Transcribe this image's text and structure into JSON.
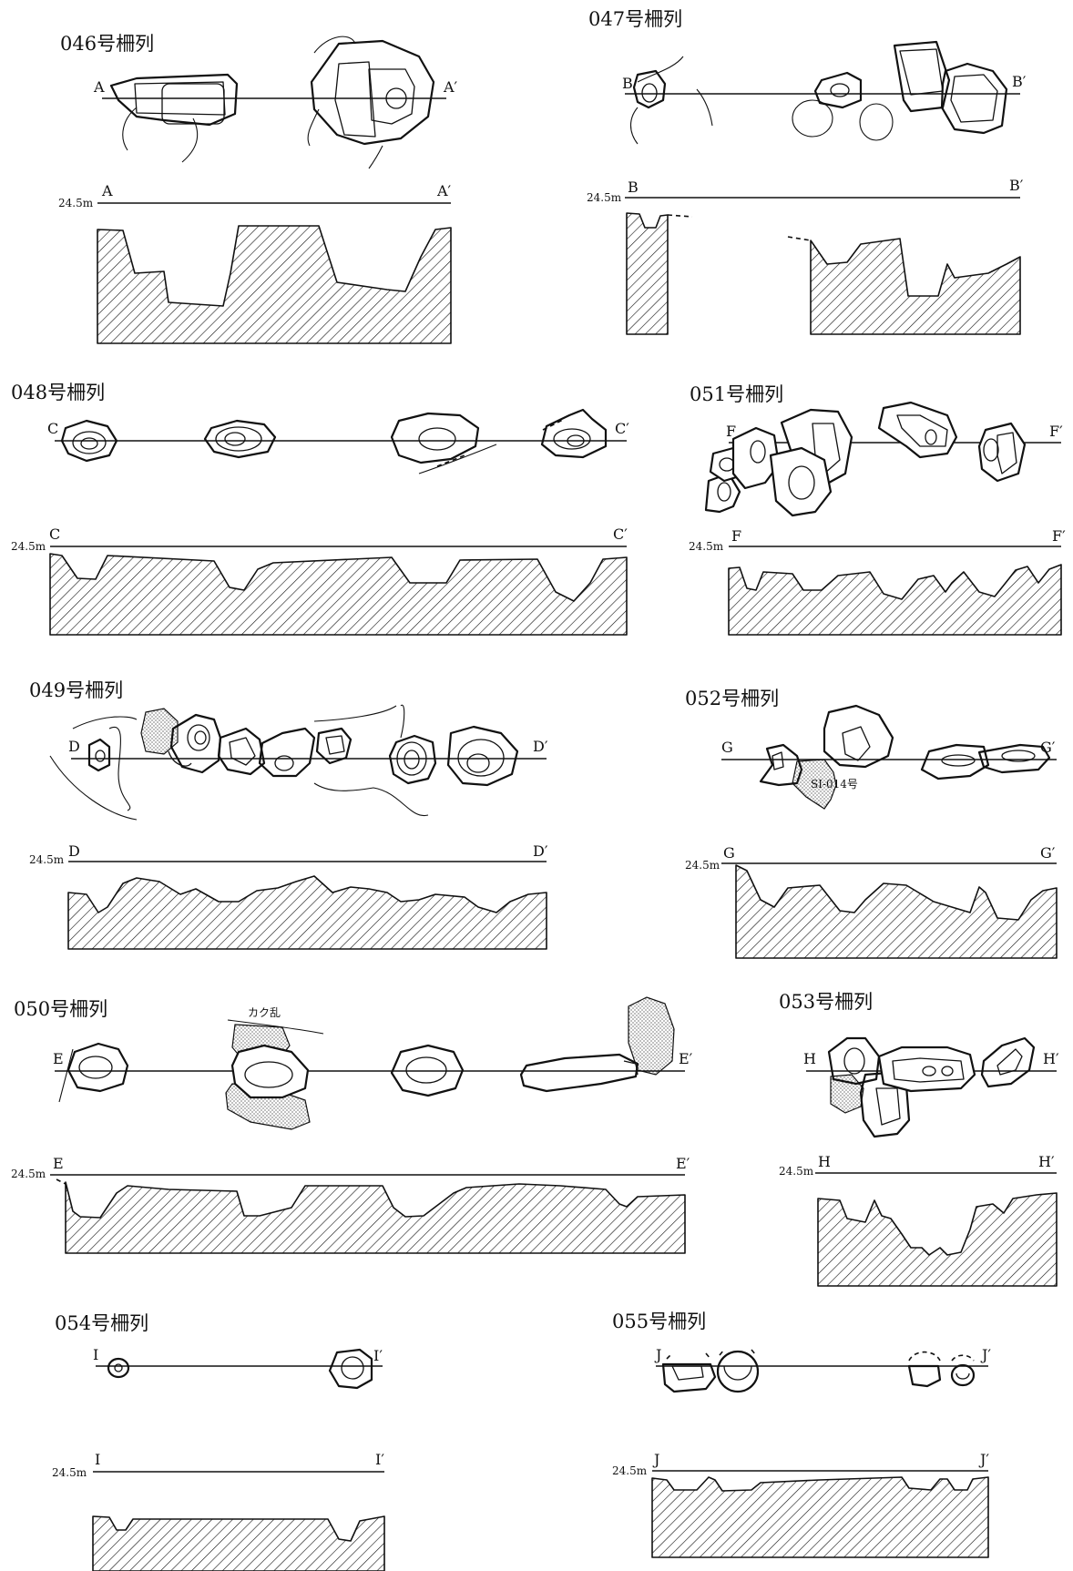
{
  "datum": "24.5m",
  "groups": [
    {
      "title": "046号柵列",
      "start": "A",
      "end": "A′"
    },
    {
      "title": "047号柵列",
      "start": "B",
      "end": "B′"
    },
    {
      "title": "048号柵列",
      "start": "C",
      "end": "C′"
    },
    {
      "title": "051号柵列",
      "start": "F",
      "end": "F′"
    },
    {
      "title": "049号柵列",
      "start": "D",
      "end": "D′"
    },
    {
      "title": "052号柵列",
      "start": "G",
      "end": "G′"
    },
    {
      "title": "050号柵列",
      "start": "E",
      "end": "E′"
    },
    {
      "title": "053号柵列",
      "start": "H",
      "end": "H′"
    },
    {
      "title": "054号柵列",
      "start": "I",
      "end": "I′"
    },
    {
      "title": "055号柵列",
      "start": "J",
      "end": "J′"
    }
  ],
  "annotations": {
    "si014": "SI-014号",
    "disturbance": "カク乱"
  }
}
